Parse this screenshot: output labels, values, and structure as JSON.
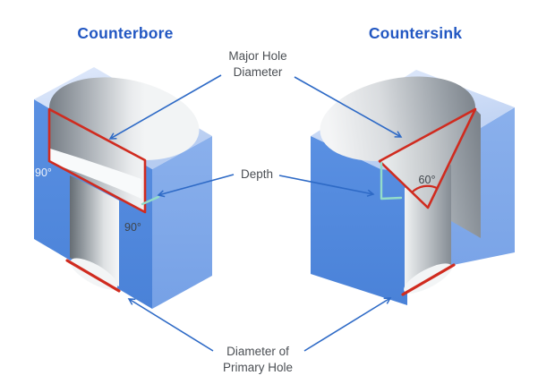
{
  "colors": {
    "background": "#ffffff",
    "title_blue": "#2257c2",
    "callout_line_blue": "#2e6ac6",
    "label_gray": "#4b4f54",
    "angle_label_dark": "#3f444a",
    "angle_label_light": "#edf2fb",
    "highlight_red": "#d02b1f",
    "depth_teal": "#93dcc9",
    "block_left_face_blue": "#4f87db",
    "block_right_face_blue": "#7ea8e9",
    "block_top_face_blue": "#c9d9f6"
  },
  "figures": {
    "counterbore": {
      "title": "Counterbore",
      "wall_angle": "90°",
      "base_angle": "90°"
    },
    "countersink": {
      "title": "Countersink",
      "cone_angle": "60°"
    }
  },
  "callouts": {
    "major_hole_diameter": {
      "line1": "Major Hole",
      "line2": "Diameter"
    },
    "depth": {
      "label": "Depth"
    },
    "primary_hole_diameter": {
      "line1": "Diameter of",
      "line2": "Primary Hole"
    }
  }
}
